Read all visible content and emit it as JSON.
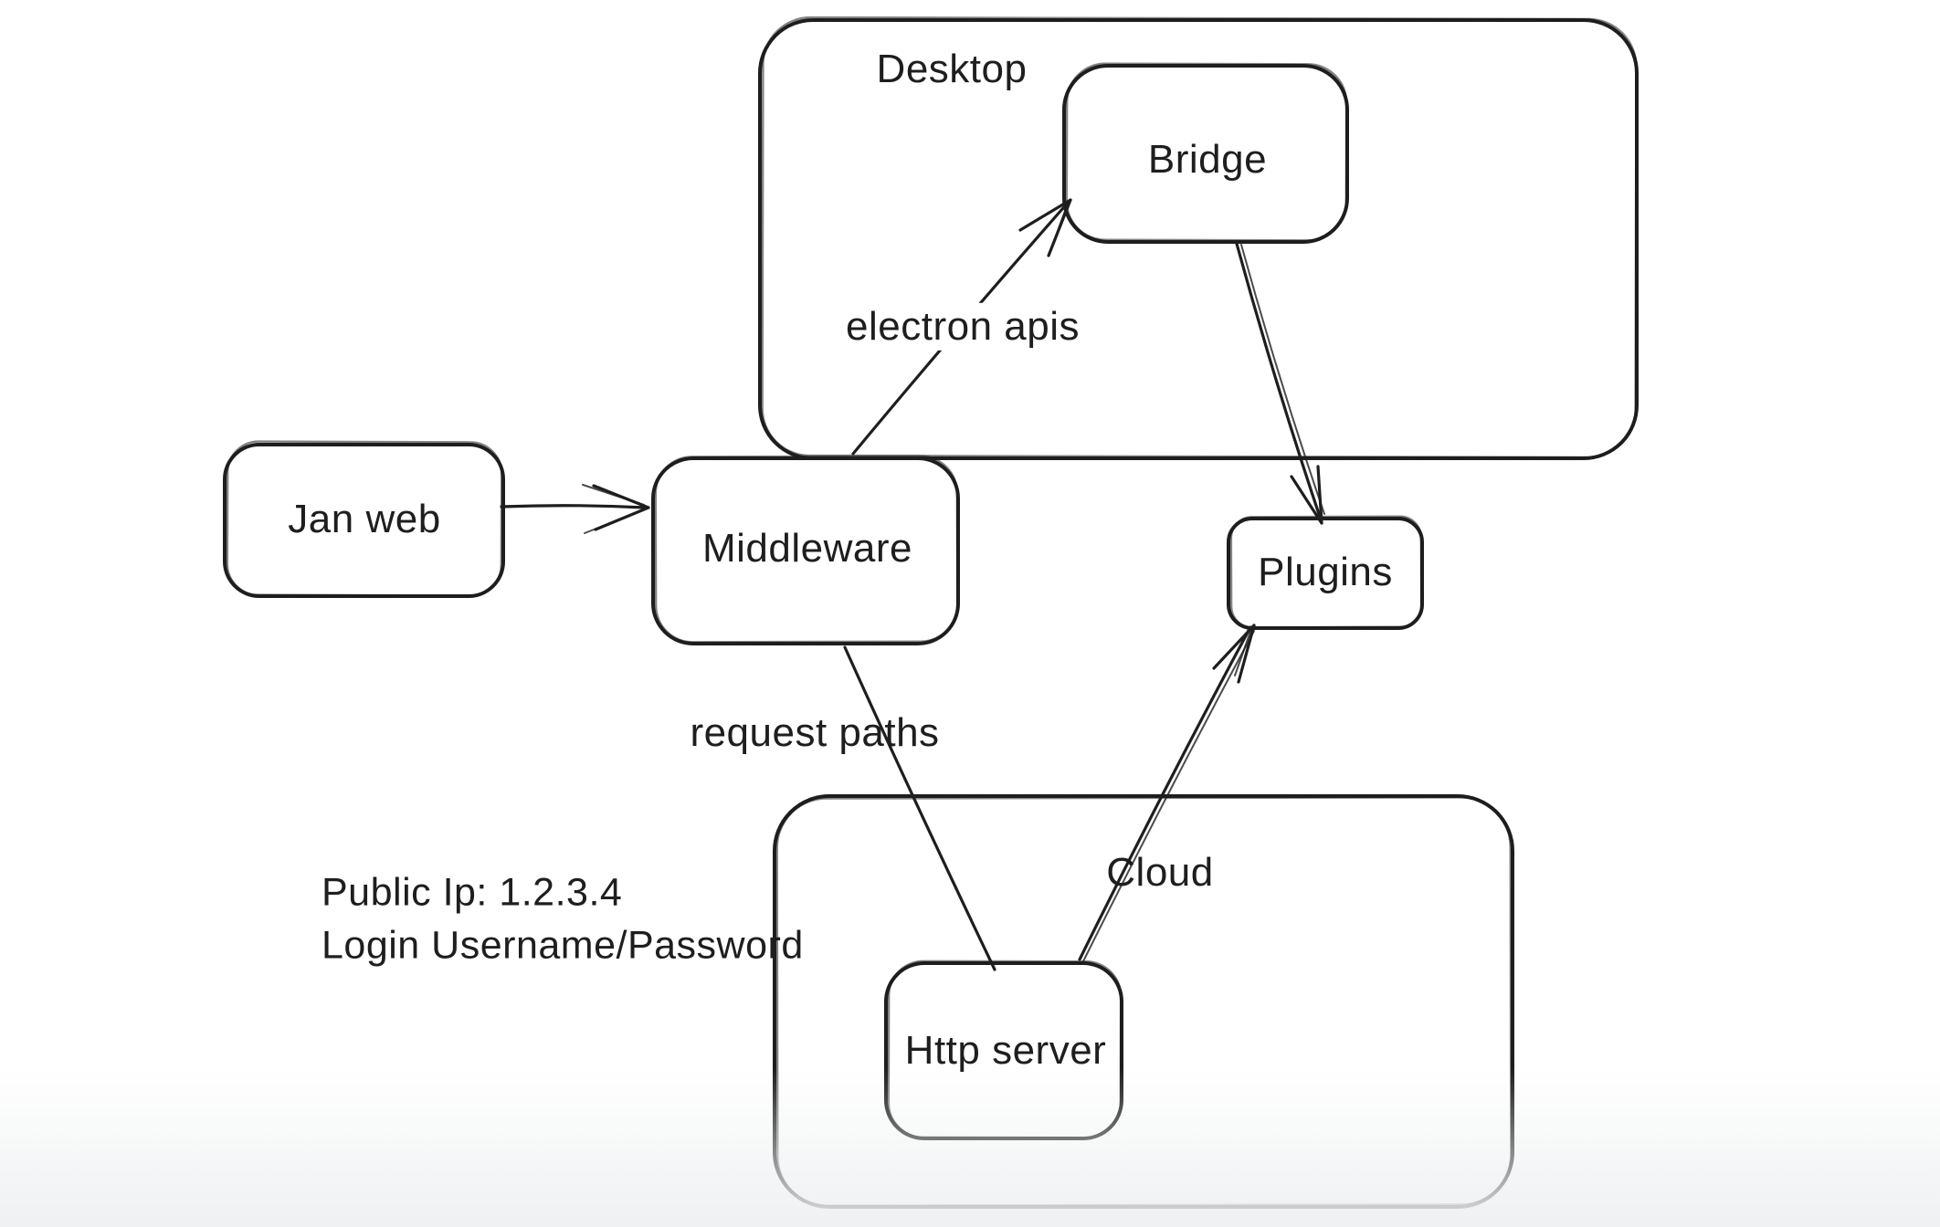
{
  "app": {
    "kind": "hand-drawn architecture diagram on a whiteboard canvas"
  },
  "colors": {
    "stroke": "#1e1e1e",
    "background": "#ffffff",
    "bottom_fade": "#eef0f1"
  },
  "containers": [
    {
      "id": "desktop",
      "label": "Desktop"
    },
    {
      "id": "cloud",
      "label": "Cloud"
    }
  ],
  "nodes": [
    {
      "id": "jan-web",
      "label": "Jan web"
    },
    {
      "id": "middleware",
      "label": "Middleware"
    },
    {
      "id": "bridge",
      "label": "Bridge"
    },
    {
      "id": "plugins",
      "label": "Plugins"
    },
    {
      "id": "http-server",
      "label": "Http server"
    }
  ],
  "edges": [
    {
      "from": "jan-web",
      "to": "middleware",
      "label": "",
      "arrowhead": true
    },
    {
      "from": "middleware",
      "to": "bridge",
      "label": "electron apis",
      "arrowhead": true
    },
    {
      "from": "bridge",
      "to": "plugins",
      "label": "",
      "arrowhead": true
    },
    {
      "from": "middleware",
      "to": "http-server",
      "label": "request paths",
      "arrowhead": false
    },
    {
      "from": "http-server",
      "to": "plugins",
      "label": "",
      "arrowhead": true
    }
  ],
  "annotations": {
    "line1": "Public Ip: 1.2.3.4",
    "line2": "Login Username/Password"
  }
}
